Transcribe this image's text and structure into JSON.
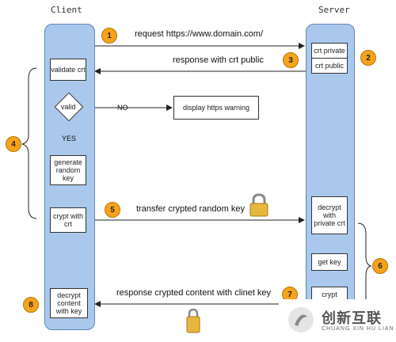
{
  "headers": {
    "client": "Client",
    "server": "Server"
  },
  "client_boxes": {
    "validate": "validate crt",
    "generate": "generate random key",
    "crypt": "crypt with crt",
    "decrypt": "decrypt content with key"
  },
  "server_boxes": {
    "crt_private": "crt private",
    "crt_public": "crt public",
    "decrypt_private": "decrypt with private crt",
    "get_key": "get key",
    "crypt_partial": "crypt"
  },
  "decision": {
    "label": "valid",
    "no": "NO",
    "yes": "YES"
  },
  "warning": "display https warning",
  "messages": {
    "m1": "request https://www.domain.com/",
    "m3": "response with crt public",
    "m5": "transfer crypted random key",
    "m7": "response crypted content with clinet key"
  },
  "badges": [
    "1",
    "2",
    "3",
    "4",
    "5",
    "6",
    "7",
    "8"
  ],
  "watermark": {
    "cn": "创新互联",
    "en": "CHUANG XIN HU LIAN"
  },
  "icons": [
    "lock-icon",
    "padlock-icon"
  ],
  "colors": {
    "lane": "#a9c8ec",
    "badge": "#f5a31a"
  }
}
